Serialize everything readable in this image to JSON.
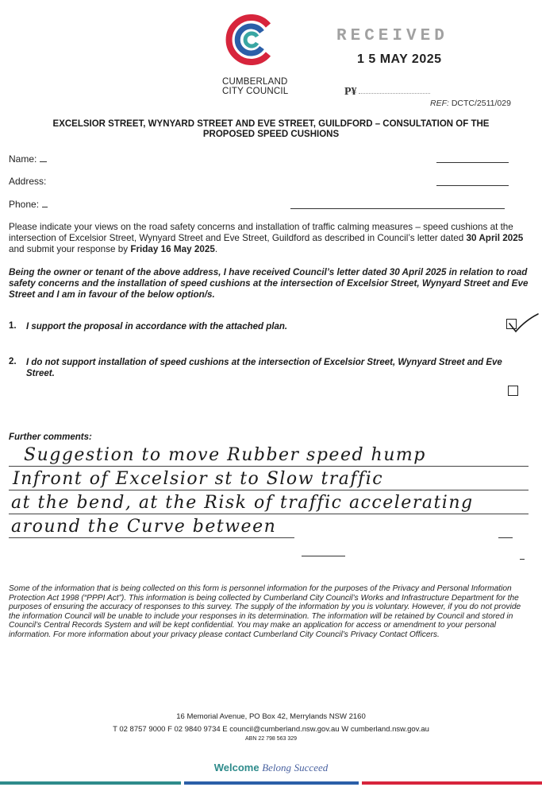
{
  "header": {
    "council_name_line1": "CUMBERLAND",
    "council_name_line2": "CITY COUNCIL",
    "stamp_text": "RECEIVED",
    "stamp_date": "1 5 MAY 2025",
    "stamp_by": "P¥",
    "ref_label": "REF:",
    "ref_value": "DCTC/2511/029"
  },
  "title_line1": "EXCELSIOR STREET, WYNYARD STREET AND EVE STREET, GUILDFORD – CONSULTATION OF THE",
  "title_line2": "PROPOSED SPEED CUSHIONS",
  "fields": {
    "name_label": "Name:",
    "address_label": "Address:",
    "phone_label": "Phone:"
  },
  "instructions": {
    "text_part1": "Please indicate your views on the road safety concerns and installation of traffic calming measures – speed cushions at the intersection of Excelsior Street, Wynyard Street and Eve Street, Guildford as described in Council’s letter dated ",
    "date1": "30 April 2025",
    "text_part2": " and submit your response by ",
    "date2": "Friday 16 May 2025",
    "text_part3": "."
  },
  "declaration": "Being the owner or tenant of the above address, I have received Council’s letter dated 30 April 2025 in relation to road safety concerns and the installation of speed cushions at the intersection of Excelsior Street, Wynyard Street and Eve Street and I am in favour of the below option/s.",
  "options": [
    {
      "number": "1.",
      "text": "I support the proposal in accordance with the attached plan.",
      "checked": true
    },
    {
      "number": "2.",
      "text": "I do not support installation of speed cushions at the intersection of Excelsior Street, Wynyard Street and Eve Street.",
      "checked": false
    }
  ],
  "comments": {
    "label": "Further comments:",
    "lines": [
      "Suggestion to move Rubber speed hump",
      "Infront of          Excelsior st to Slow traffic",
      "at the bend, at the Risk of traffic accelerating",
      "around the Curve between"
    ]
  },
  "privacy_text": "Some of the information that is being collected on this form is personnel information for the purposes of the Privacy and Personal Information Protection Act 1998 (“PPPI Act”). This information is being collected by Cumberland City Council’s Works and Infrastructure Department for the purposes of ensuring the accuracy of responses to this survey. The supply of the information by you is voluntary. However, if you do not provide the information Council will be unable to include your responses in its determination. The information will be retained by Council and stored in Council’s Central Records System and will be kept confidential. You may make an application for access or amendment to your personal information. For more information about your privacy please contact Cumberland City Council’s Privacy Contact Officers.",
  "footer": {
    "address": "16 Memorial Avenue, PO Box 42, Merrylands NSW 2160",
    "contacts": "T 02 8757 9000   F 02 9840 9734   E council@cumberland.nsw.gov.au   W cumberland.nsw.gov.au",
    "abn": "ABN 22 798 563 329",
    "welcome": "Welcome",
    "belong": "Belong",
    "succeed": "Succeed"
  },
  "colors": {
    "logo_red": "#d7253c",
    "logo_blue": "#2b5fa8",
    "logo_teal": "#39a6a3",
    "brand_teal": "#2e8b8b"
  }
}
